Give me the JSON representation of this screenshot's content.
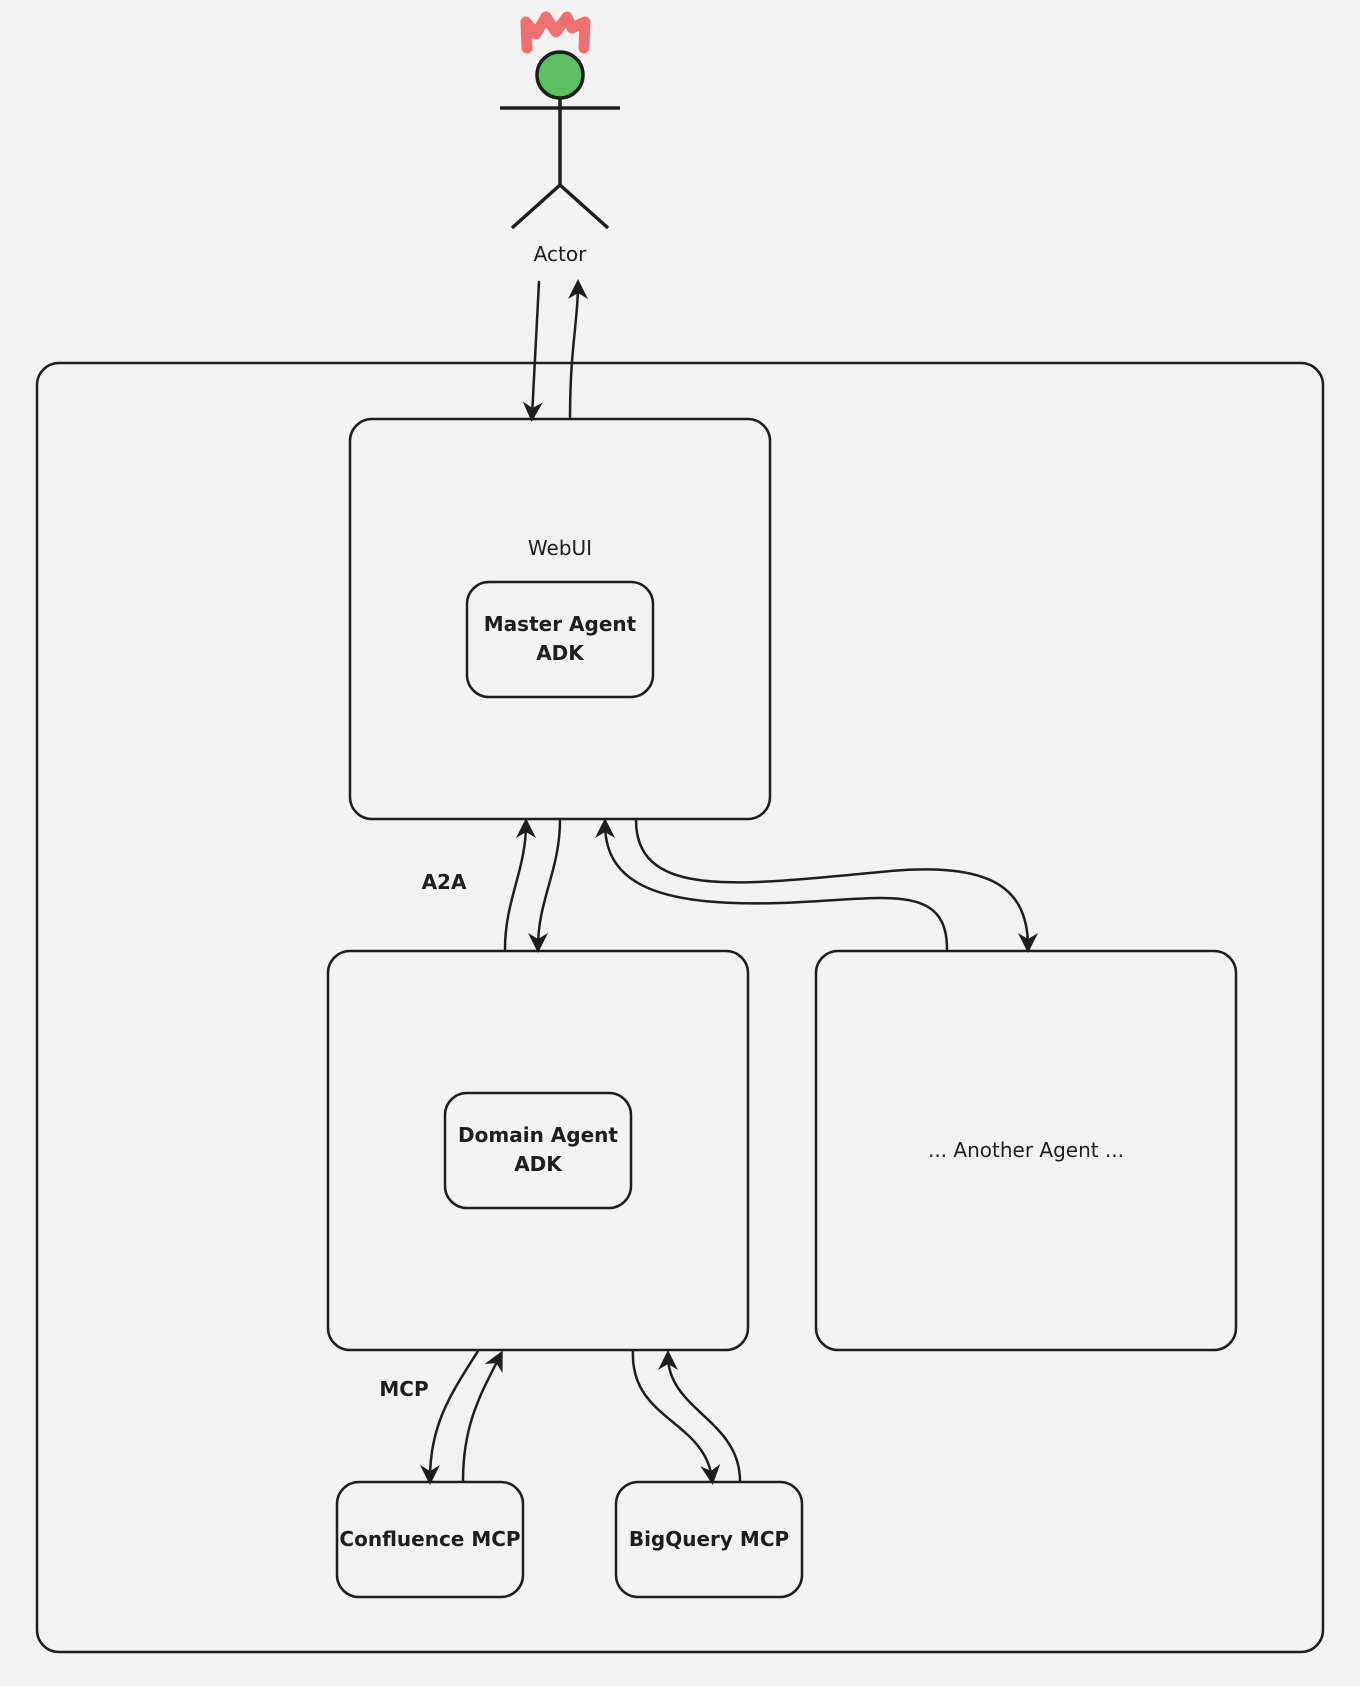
{
  "actor": {
    "label": "Actor"
  },
  "webui": {
    "label": "WebUI"
  },
  "master_agent": {
    "line1": "Master Agent",
    "line2": "ADK"
  },
  "domain_agent": {
    "line1": "Domain Agent",
    "line2": "ADK"
  },
  "another_agent": {
    "label": "... Another Agent ..."
  },
  "protocols": {
    "a2a": "A2A",
    "mcp": "MCP"
  },
  "tools": {
    "confluence": "Confluence MCP",
    "bigquery": "BigQuery MCP"
  },
  "colors": {
    "actor_head": "#5cc062",
    "actor_crown": "#ef7070",
    "stroke": "#1e1e1e",
    "background": "#f2f2f2"
  }
}
